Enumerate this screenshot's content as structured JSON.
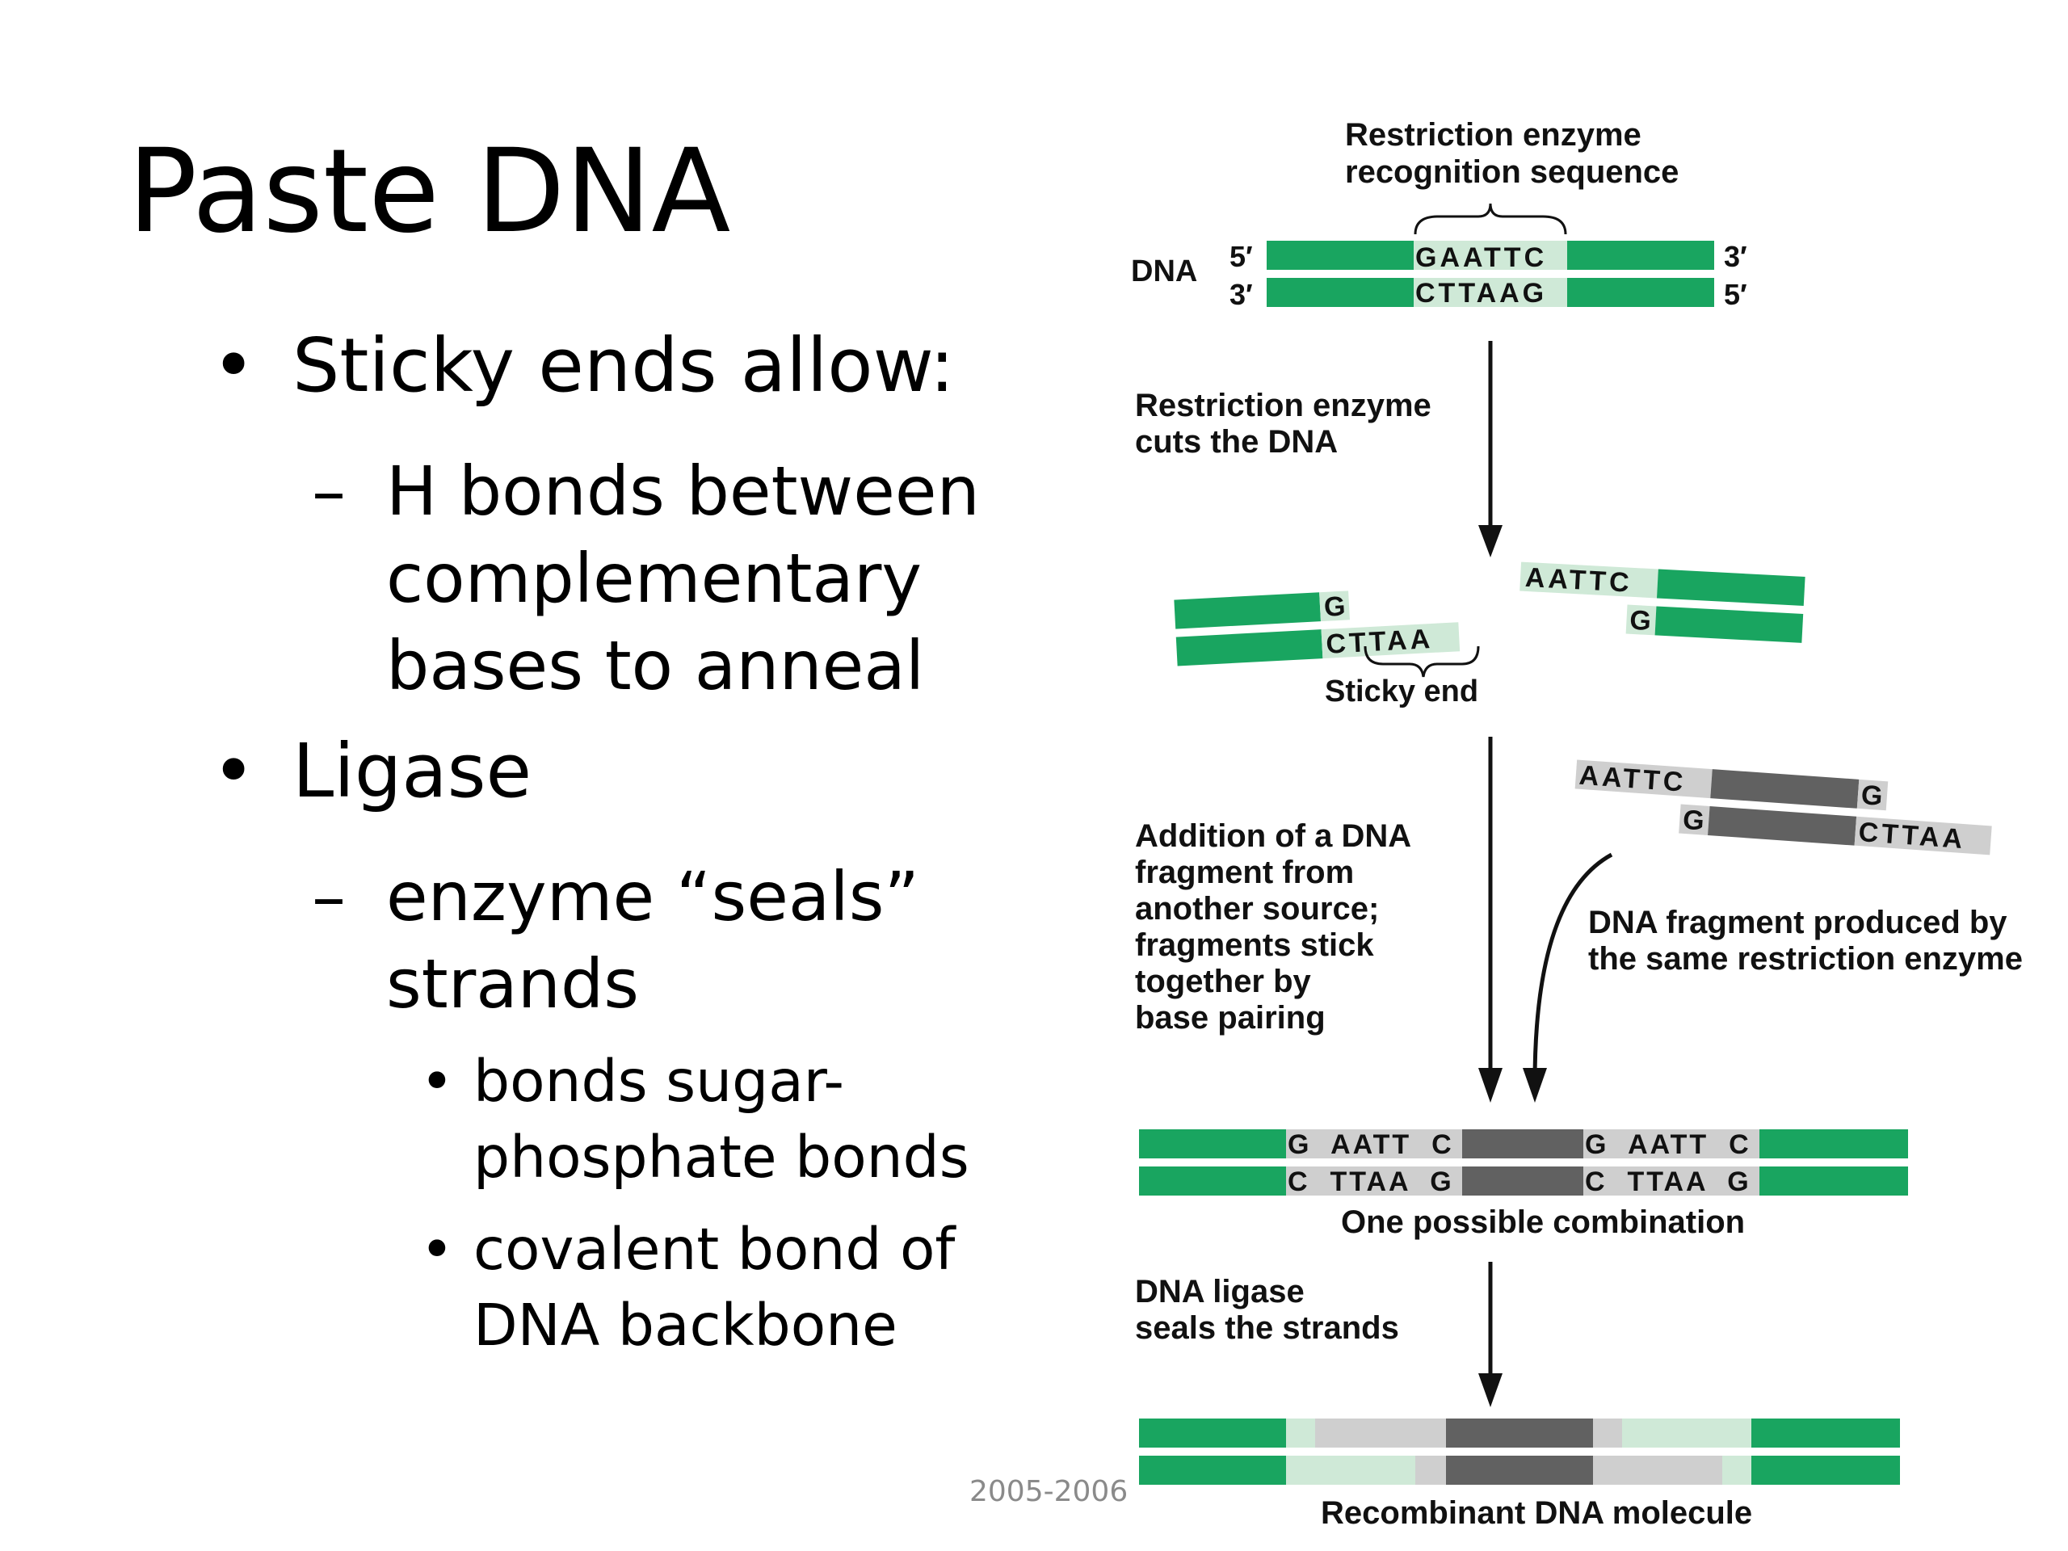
{
  "slide": {
    "title": "Paste DNA",
    "bullets": [
      {
        "text": "Sticky ends allow:"
      },
      {
        "text": "H bonds between complementary bases to anneal"
      },
      {
        "text": "Ligase"
      },
      {
        "text": "enzyme “seals” strands"
      },
      {
        "text": "bonds sugar-phosphate bonds"
      },
      {
        "text": "covalent bond of DNA backbone"
      }
    ],
    "footer": "2005-2006"
  },
  "figure": {
    "recognition_label_1": "Restriction enzyme",
    "recognition_label_2": "recognition sequence",
    "dna_label": "DNA",
    "five_prime": "5′",
    "three_prime": "3′",
    "top_seq": "GAATTC",
    "bottom_seq": "CTTAAG",
    "step1_line1": "Restriction enzyme",
    "step1_line2": "cuts the DNA",
    "left_g": "G",
    "left_cttaa": "CTTAA",
    "right_aattc": "AATTC",
    "right_g": "G",
    "sticky_end": "Sticky end",
    "frag_aattc": "AATTC",
    "frag_g_top": "G",
    "frag_g_bottom": "G",
    "frag_cttaa": "CTTAA",
    "step2": [
      "Addition of a DNA",
      "fragment from",
      "another source;",
      "fragments stick",
      "together by",
      "base pairing"
    ],
    "frag_label_1": "DNA fragment produced by",
    "frag_label_2": "the same restriction enzyme",
    "combo_top_1": "G  AATT  C",
    "combo_top_2": "G  AATT  C",
    "combo_bot_1": "C  TTAA  G",
    "combo_bot_2": "C  TTAA  G",
    "combo_label": "One possible combination",
    "step3_line1": "DNA ligase",
    "step3_line2": "seals the strands",
    "final_label": "Recombinant DNA molecule"
  }
}
